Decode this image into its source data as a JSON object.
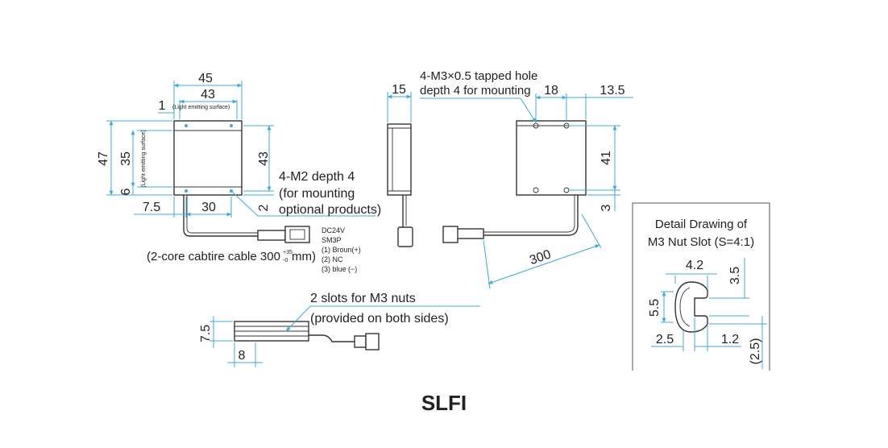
{
  "front_view": {
    "dim_45": "45",
    "dim_43_top": "43",
    "dim_1": "1",
    "light_surface_label": "(Light emitting surface)",
    "dim_47": "47",
    "dim_35": "35",
    "light_surface_label_vertical": "(Light emitting surface)",
    "dim_6": "6",
    "dim_43_right": "43",
    "dim_2": "2",
    "dim_7_5": "7.5",
    "dim_30": "30",
    "note_m2_line1": "4-M2 depth 4",
    "note_m2_line2": "(for mounting",
    "note_m2_line3": "optional products)",
    "connector_line1": "DC24V",
    "connector_line2": "SM3P",
    "connector_line3": "(1) Broun(+)",
    "connector_line4": "(2) NC",
    "connector_line5": "(3) blue (−)",
    "cable_label_prefix": "(2-core cabtire cable 300",
    "cable_tol_plus": "+35",
    "cable_tol_minus": "-0",
    "cable_label_suffix": "mm)"
  },
  "side_view": {
    "dim_15": "15"
  },
  "rear_view": {
    "note_line1": "4-M3×0.5 tapped hole",
    "note_line2": "depth 4 for mounting",
    "dim_18": "18",
    "dim_13_5": "13.5",
    "dim_41": "41",
    "dim_3": "3",
    "dim_300": "300"
  },
  "bottom_view": {
    "note_line1": "2 slots for M3 nuts",
    "note_line2": "(provided on both sides)",
    "dim_7_5": "7.5",
    "dim_8": "8"
  },
  "detail": {
    "title_line1": "Detail Drawing of",
    "title_line2": "M3 Nut Slot (S=4:1)",
    "dim_4_2": "4.2",
    "dim_3_5": "3.5",
    "dim_5_5": "5.5",
    "dim_2_5": "2.5",
    "dim_1_2": "1.2",
    "dim_2_5_paren": "(2.5)"
  },
  "model_name": "SLFI",
  "colors": {
    "dimension_line": "#3fa9d8",
    "part_outline": "#333333",
    "text": "#222222"
  }
}
